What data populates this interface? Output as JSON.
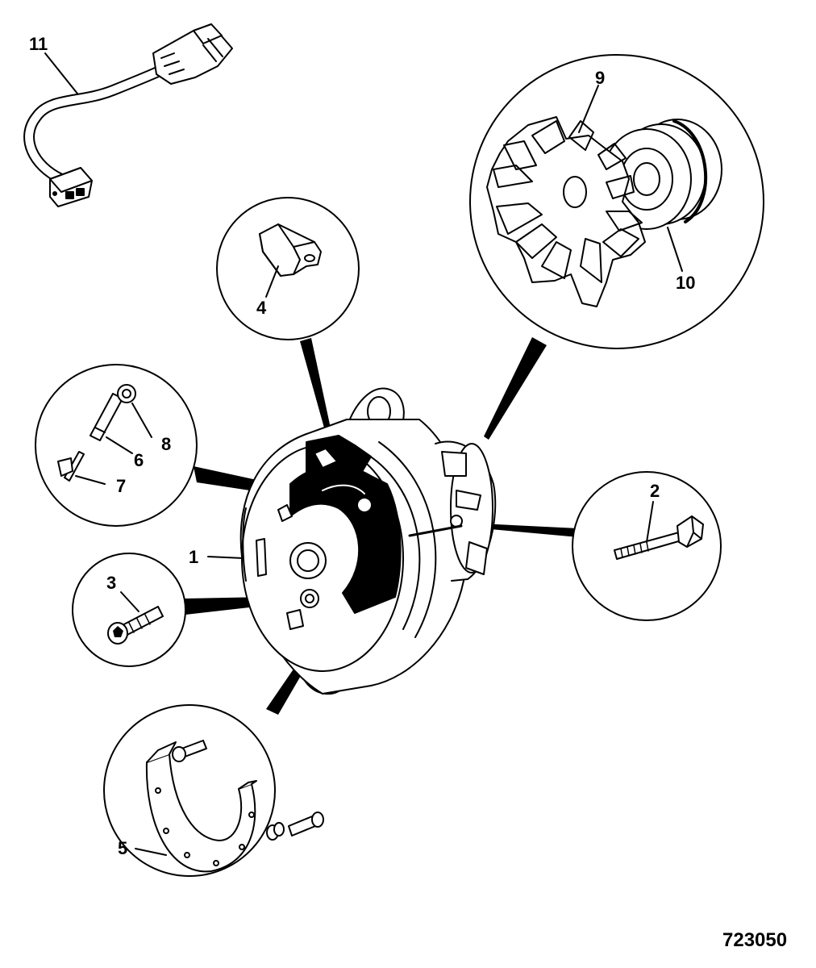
{
  "callouts": {
    "c1": "1",
    "c2": "2",
    "c3": "3",
    "c4": "4",
    "c5": "5",
    "c6": "6",
    "c7": "7",
    "c8": "8",
    "c9": "9",
    "c10": "10",
    "c11": "11"
  },
  "figure_number": "723050"
}
